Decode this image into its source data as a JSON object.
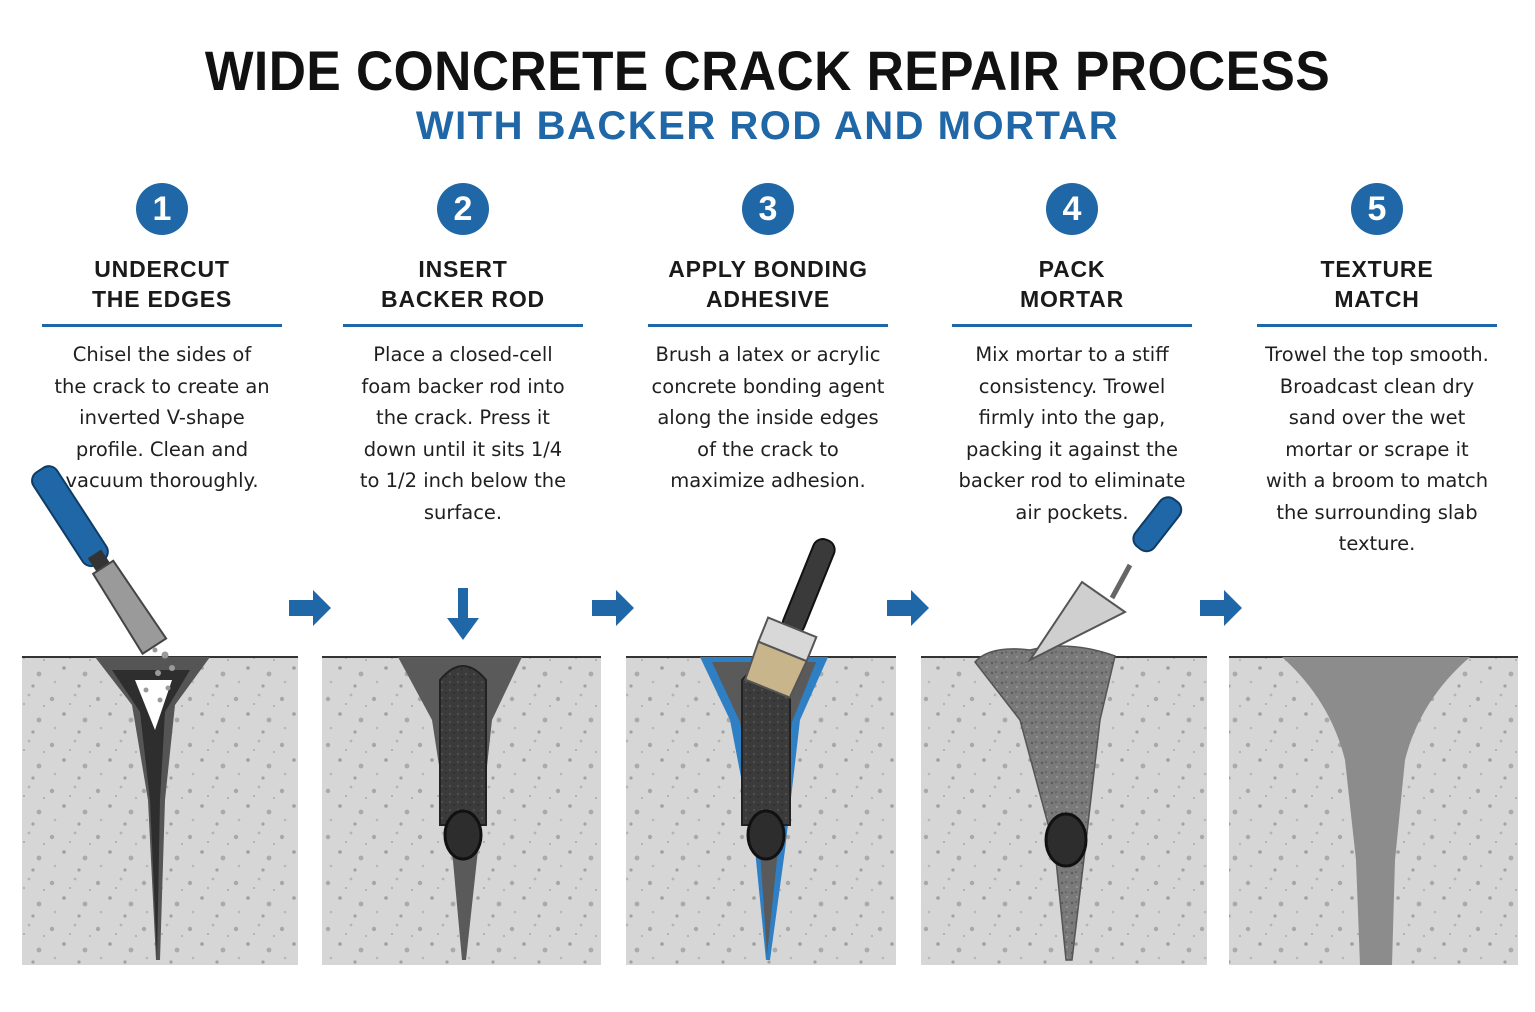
{
  "title": "WIDE CONCRETE CRACK REPAIR PROCESS",
  "subtitle": "WITH BACKER ROD AND MORTAR",
  "colors": {
    "accent": "#1f67a6",
    "concrete": "#d4d4d4",
    "crack": "#3a3a3a",
    "mortar": "#8a8a8a",
    "adhesive": "#2f7fc4"
  },
  "steps": [
    {
      "number": "1",
      "heading": "UNDERCUT\nTHE EDGES",
      "description": "Chisel the sides of the crack to create an inverted V-shape profile. Clean and vacuum thoroughly.",
      "tool_icon": "chisel-icon"
    },
    {
      "number": "2",
      "heading": "INSERT\nBACKER ROD",
      "description": "Place a closed-cell foam backer rod into the crack. Press it down until it sits 1/4 to 1/2 inch below the surface.",
      "tool_icon": "down-arrow-icon"
    },
    {
      "number": "3",
      "heading": "APPLY BONDING\nADHESIVE",
      "description": "Brush a latex or acrylic concrete bonding agent along the inside edges of the crack to maximize adhesion.",
      "tool_icon": "paintbrush-icon"
    },
    {
      "number": "4",
      "heading": "PACK\nMORTAR",
      "description": "Mix mortar to a stiff consistency. Trowel firmly into the gap, packing it against the backer rod to eliminate air pockets.",
      "tool_icon": "trowel-icon"
    },
    {
      "number": "5",
      "heading": "TEXTURE\nMATCH",
      "description": "Trowel the top smooth. Broadcast clean dry sand over the wet mortar or scrape it with a broom to match the surrounding slab texture.",
      "tool_icon": "none"
    }
  ]
}
